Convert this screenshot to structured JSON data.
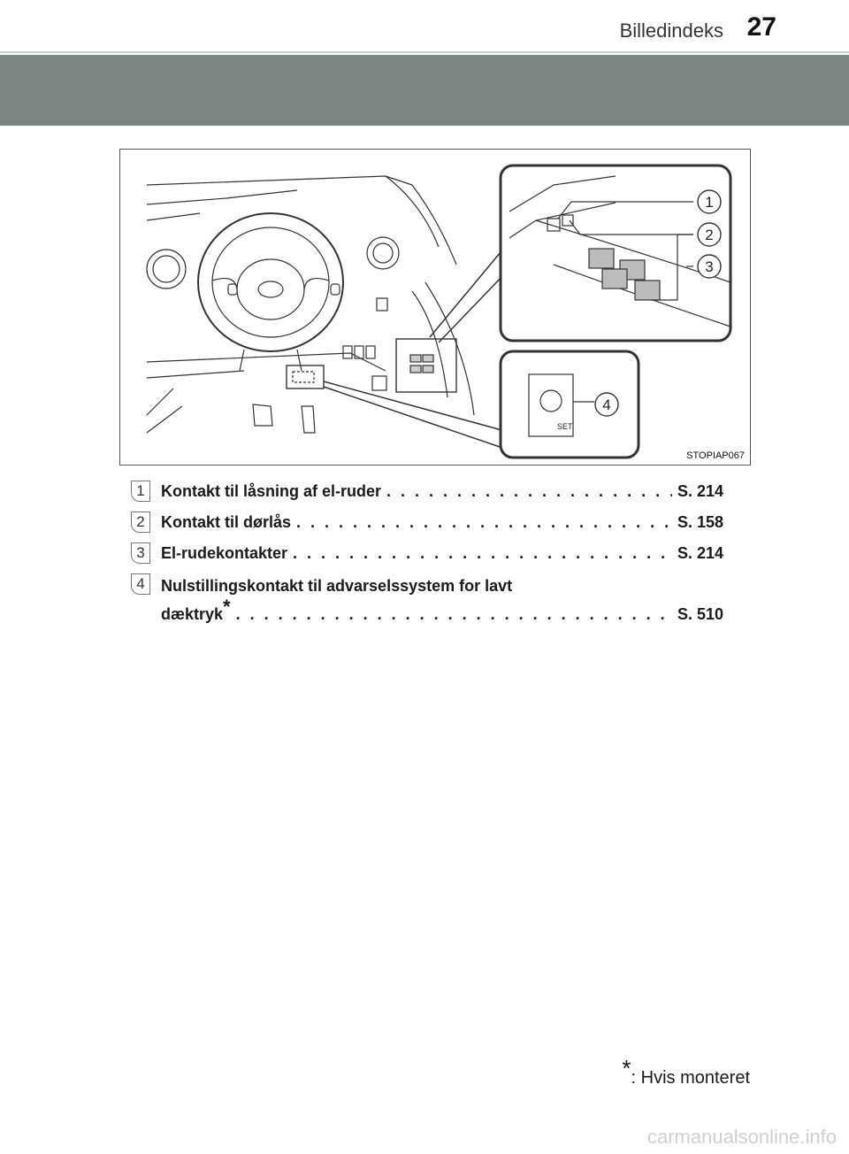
{
  "header": {
    "section_title": "Billedindeks",
    "page_number": "27"
  },
  "figure": {
    "code": "STOPIAP067",
    "callouts": [
      "1",
      "2",
      "3",
      "4"
    ],
    "set_label": "SET"
  },
  "entries": [
    {
      "num": "1",
      "label": "Kontakt til låsning af el-ruder",
      "page": "S. 214"
    },
    {
      "num": "2",
      "label": "Kontakt til dørlås",
      "page": "S. 158"
    },
    {
      "num": "3",
      "label": "El-rudekontakter",
      "page": "S. 214"
    },
    {
      "num": "4",
      "label_line1": "Nulstillingskontakt til advarselssystem for lavt",
      "label_line2": "dæktryk",
      "page": "S. 510"
    }
  ],
  "dot_leader": ". . . . . . . . . . . . . . . . . . . . . . . . . . . . . . . . . . . . . . . . . . . . . . . . . . . . .",
  "footnote": {
    "marker": "*",
    "text": ": Hvis monteret"
  },
  "watermark": "carmanualsonline.info"
}
